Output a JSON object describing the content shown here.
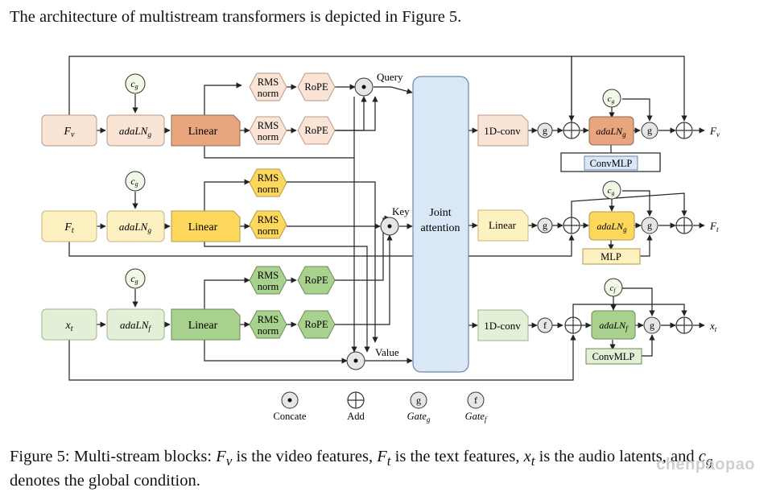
{
  "intro_text": "The architecture of multistream transformers is depicted in Figure 5.",
  "inputs": {
    "video": {
      "base": "F",
      "sub": "v"
    },
    "text": {
      "base": "F",
      "sub": "t"
    },
    "audio": {
      "base": "x",
      "sub": "t"
    }
  },
  "outputs": {
    "video": {
      "base": "F",
      "sub": "v"
    },
    "text": {
      "base": "F",
      "sub": "t"
    },
    "audio": {
      "base": "x",
      "sub": "t"
    }
  },
  "adaln": {
    "video": {
      "base": "adaLN",
      "sub": "g"
    },
    "text": {
      "base": "adaLN",
      "sub": "g"
    },
    "audio": {
      "base": "adaLN",
      "sub": "f"
    }
  },
  "cond": {
    "g": {
      "base": "c",
      "sub": "g"
    },
    "f": {
      "base": "c",
      "sub": "f"
    }
  },
  "linear_label": "Linear",
  "rms_line1": "RMS",
  "rms_line2": "norm",
  "rope_label": "RoPE",
  "query_label": "Query",
  "key_label": "Key",
  "value_label": "Value",
  "joint_line1": "Joint",
  "joint_line2": "attention",
  "out_proj": {
    "video": "1D-conv",
    "text": "Linear",
    "audio": "1D-conv"
  },
  "gate_g": "g",
  "gate_f": "f",
  "ffn": {
    "video": "ConvMLP",
    "text": "MLP",
    "audio": "ConvMLP"
  },
  "legend": {
    "concat": "Concate",
    "add": "Add",
    "gate_g": {
      "base": "Gate",
      "sub": "g"
    },
    "gate_f": {
      "base": "Gate",
      "sub": "f"
    }
  },
  "caption": {
    "prefix": "Figure 5: Multi-stream blocks: ",
    "fv_base": "F",
    "fv_sub": "v",
    "part2": " is the video features, ",
    "ft_base": "F",
    "ft_sub": "t",
    "part3": " is the text features, ",
    "xt_base": "x",
    "xt_sub": "t",
    "part4": " is the audio latents, and ",
    "cg_base": "c",
    "cg_sub": "g",
    "part5": " denotes the global condition."
  },
  "watermark": "chenpaopao",
  "colors": {
    "video_light": "#f9e4d6",
    "video_dark": "#e9a57d",
    "text_light": "#fdf0c1",
    "text_dark": "#fdd85c",
    "audio_light": "#e3efd6",
    "audio_dark": "#a9d18e",
    "attention": "#dae7f7",
    "cond": "#f2f8e6"
  }
}
